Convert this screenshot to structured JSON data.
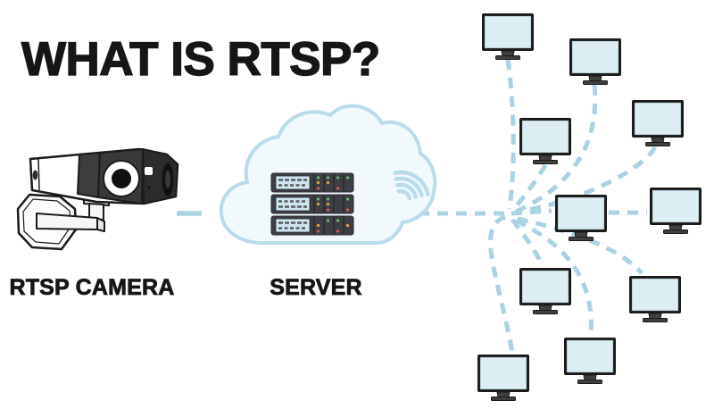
{
  "title": "WHAT IS RTSP?",
  "diagram": {
    "camera_label": "RTSP CAMERA",
    "server_label": "SERVER",
    "client_monitor_count": 10,
    "server_rack_unit_count": 3
  },
  "colors": {
    "background": "#ffffff",
    "text": "#161616",
    "dash_blue": "#a9d2e2",
    "cloud_stroke": "#b8dcea",
    "cloud_fill": "#f2f9fc",
    "monitor_frame": "#1a1a18",
    "monitor_screen": "#ddedf4",
    "monitor_stand": "#3f3f3f",
    "rack_body": "#3e3f44",
    "rack_panel": "#cfe6f0",
    "led_green": "#66bb6a",
    "led_orange": "#e2a43e",
    "led_red": "#d65555"
  }
}
